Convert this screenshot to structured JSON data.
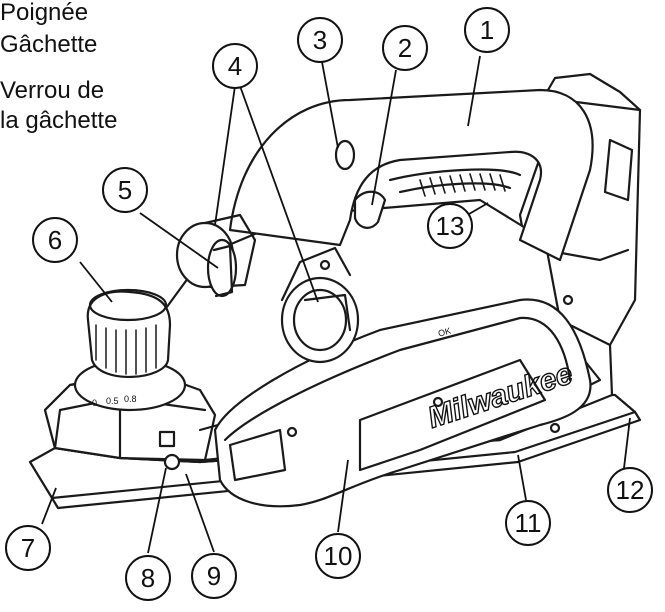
{
  "legend": {
    "lines": [
      "Poignée",
      "Gâchette",
      "Verrou de",
      "la gâchette"
    ]
  },
  "brand": {
    "logo_text": "Milwaukee",
    "tag_text": "OK"
  },
  "dial": {
    "marks": [
      "0",
      "0.5",
      "0.8"
    ]
  },
  "callouts": [
    "1",
    "2",
    "3",
    "4",
    "5",
    "6",
    "7",
    "8",
    "9",
    "10",
    "11",
    "12",
    "13"
  ]
}
